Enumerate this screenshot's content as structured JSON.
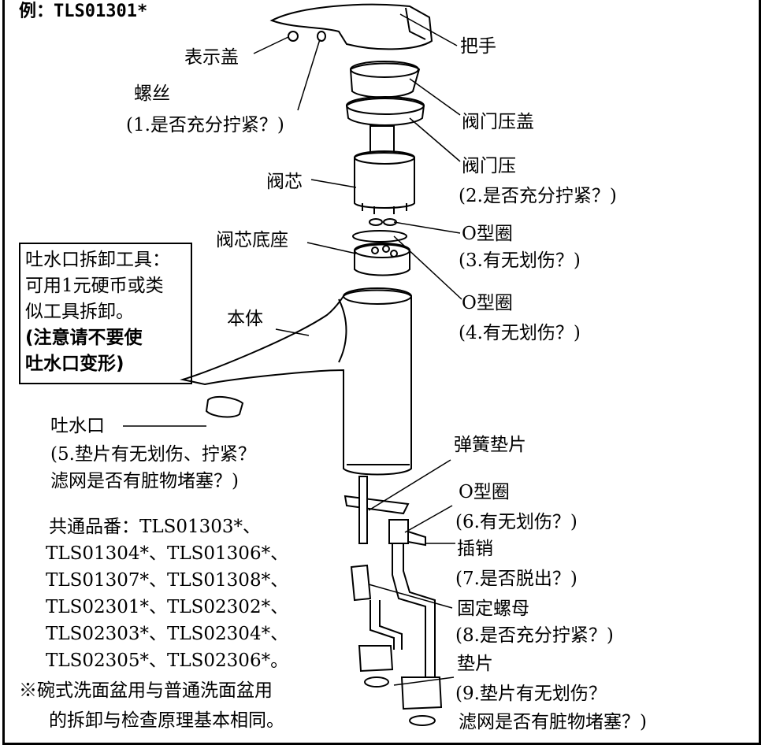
{
  "example_label": "例：TLS01301*",
  "parts": {
    "handle": "把手",
    "indicator_cap": "表示盖",
    "screw": "螺丝",
    "screw_note": "(1.是否充分拧紧？)",
    "valve_cover": "阀门压盖",
    "valve_press": "阀门压",
    "valve_press_note": "(2.是否充分拧紧？)",
    "cartridge": "阀芯",
    "oring_1": "O型圈",
    "oring_1_note": "(3.有无划伤？)",
    "cartridge_base": "阀芯底座",
    "oring_2": "O型圈",
    "oring_2_note": "(4.有无划伤？)",
    "body": "本体",
    "spout": "吐水口",
    "spout_note_1": "(5.垫片有无划伤、拧紧？",
    "spout_note_2": "滤网是否有脏物堵塞？)",
    "spring_washer": "弹簧垫片",
    "oring_3": "O型圈",
    "oring_3_note": "(6.有无划伤？)",
    "pin": "插销",
    "pin_note": "(7.是否脱出？)",
    "fixing_nut": "固定螺母",
    "fixing_nut_note": "(8.是否充分拧紧？)",
    "gasket": "垫片",
    "gasket_note_1": "(9.垫片有无划伤？",
    "gasket_note_2": "滤网是否有脏物堵塞？)"
  },
  "tool_box": {
    "line1": "吐水口拆卸工具：",
    "line2": "可用1元硬币或类",
    "line3": "似工具拆卸。",
    "line4": "(注意请不要使",
    "line5": "吐水口变形)"
  },
  "common_models": [
    "共通品番：TLS01303*、",
    "TLS01304*、TLS01306*、",
    "TLS01307*、TLS01308*、",
    "TLS02301*、TLS02302*、",
    "TLS02303*、TLS02304*、",
    "TLS02305*、TLS02306*。"
  ],
  "footnote_1": "※碗式洗面盆用与普通洗面盆用",
  "footnote_2": "的拆卸与检查原理基本相同。"
}
